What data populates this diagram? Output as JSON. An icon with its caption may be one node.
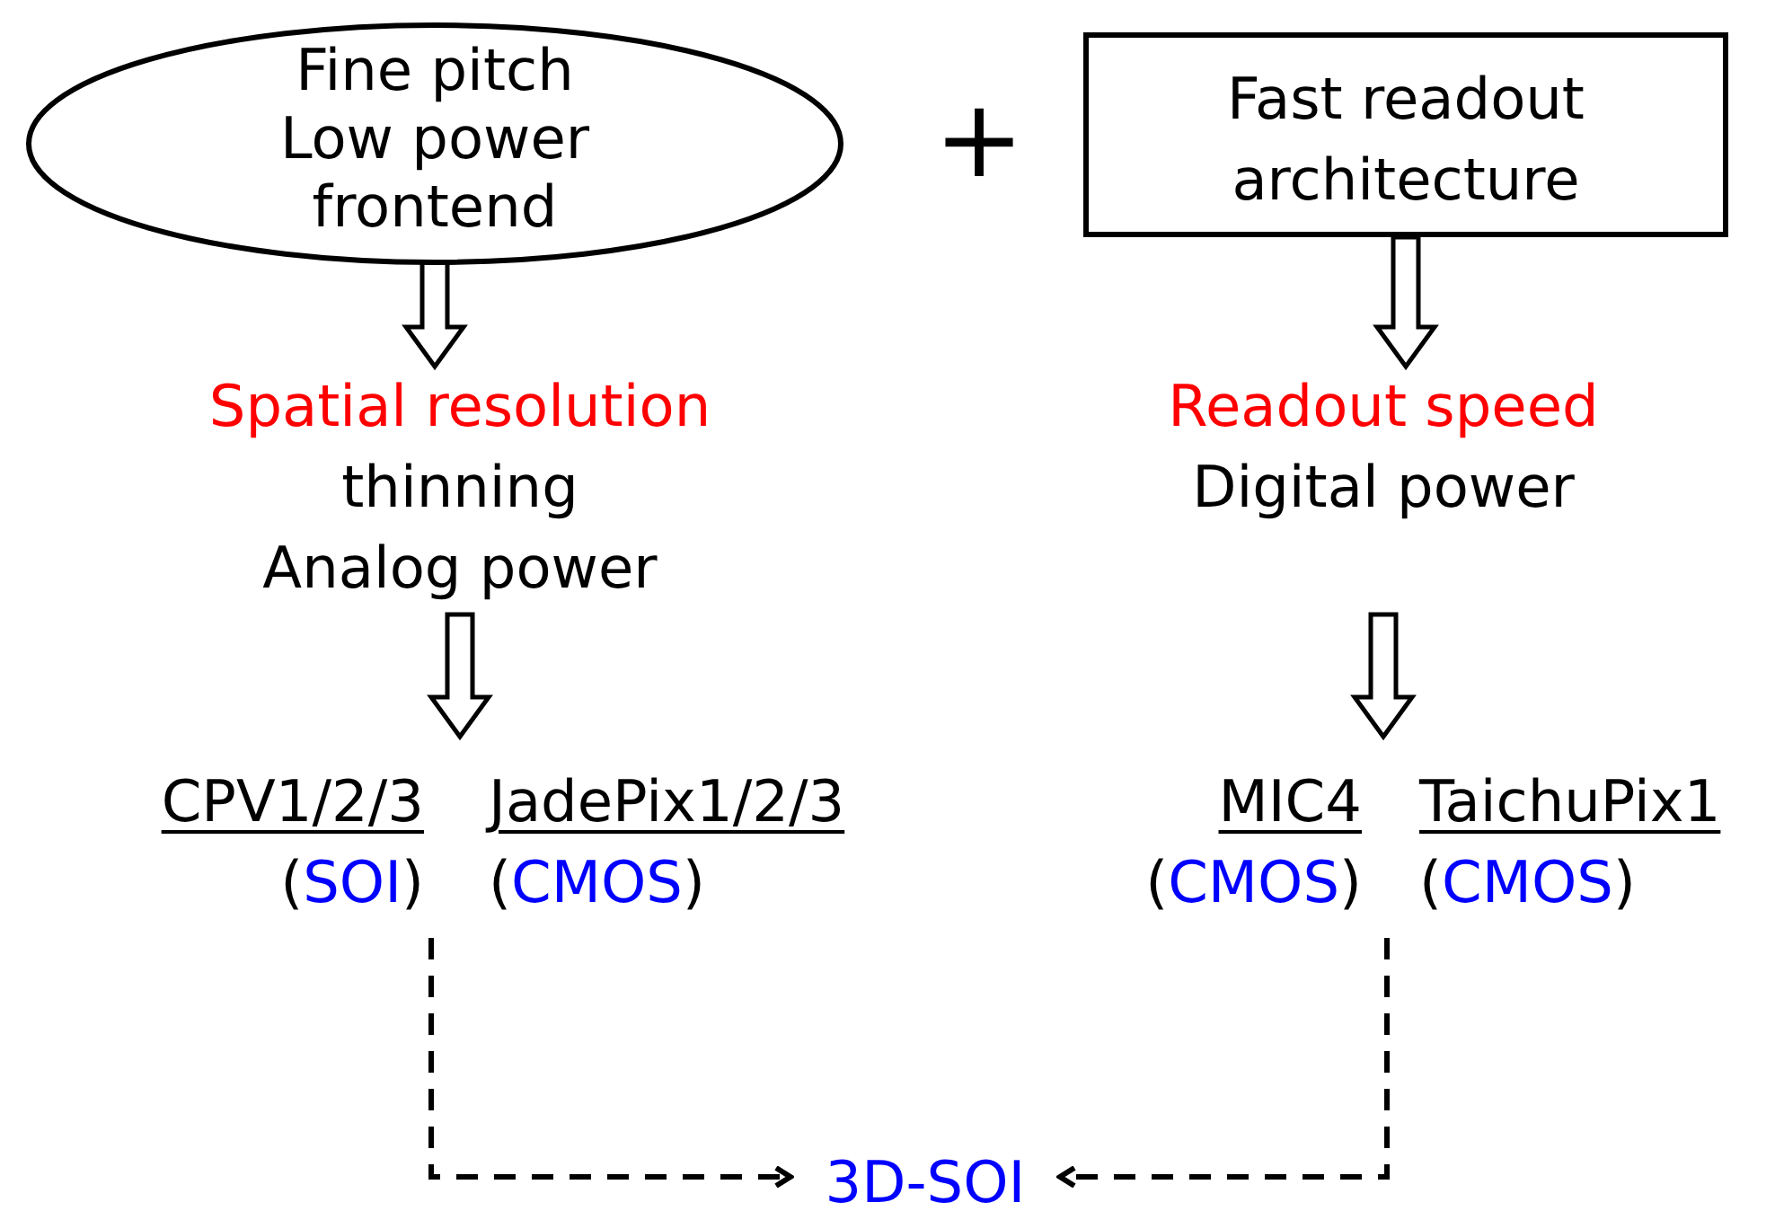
{
  "diagram": {
    "nodes": [
      {
        "text": [
          "Fine pitch Low power frontend"
        ]
      },
      {
        "text": [
          "Fast readout architecture"
        ]
      },
      {
        "text": [
          "Spatial resolution",
          "thinning",
          "Analog power"
        ]
      },
      {
        "text": [
          "Readout speed",
          "Digital power"
        ]
      },
      {
        "text": [
          "CPV1/2/3",
          "(SOI)"
        ]
      },
      {
        "text": [
          "JadePix1/2/3",
          "(CMOS)"
        ]
      },
      {
        "text": [
          "MIC4",
          "(CMOS)"
        ]
      },
      {
        "text": [
          "TaichuPix1",
          "(CMOS)"
        ]
      },
      {
        "text": [
          "3D-SOI"
        ]
      }
    ],
    "edges": [
      {
        "from": 0,
        "to": 2,
        "arrow": "to"
      },
      {
        "from": 2,
        "to": 4,
        "arrow": "to"
      },
      {
        "from": 2,
        "to": 5,
        "arrow": "to"
      },
      {
        "from": 1,
        "to": 3,
        "arrow": "to"
      },
      {
        "from": 3,
        "to": 6,
        "arrow": "to"
      },
      {
        "from": 3,
        "to": 7,
        "arrow": "to"
      },
      {
        "from": 4,
        "to": 8,
        "arrow": "to",
        "style": "dashed"
      },
      {
        "from": 6,
        "to": 8,
        "arrow": "to",
        "style": "dashed"
      }
    ],
    "labels": [
      "+"
    ]
  }
}
